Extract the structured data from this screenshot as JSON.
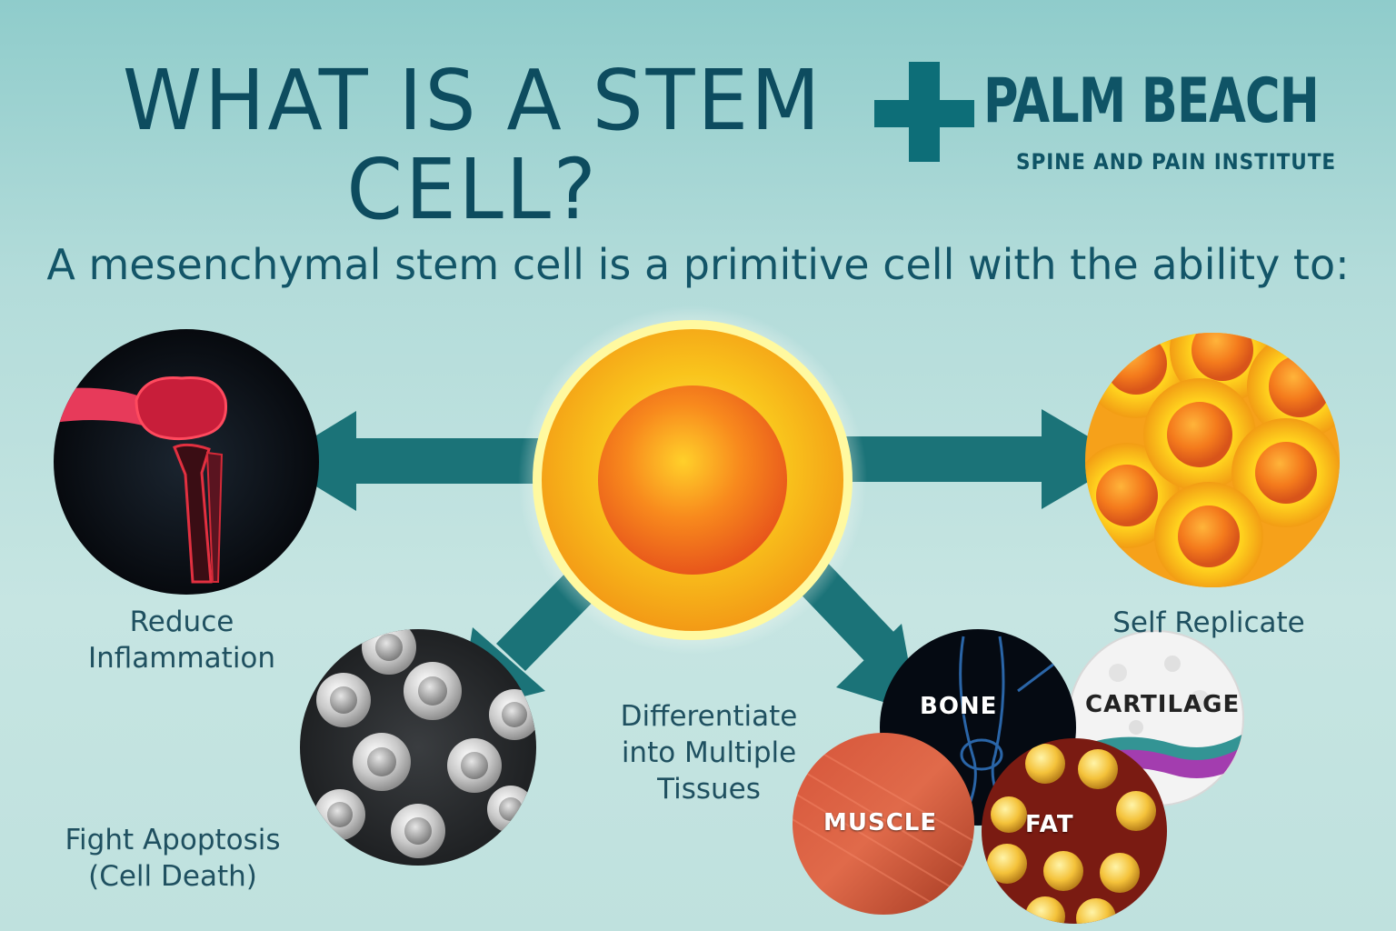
{
  "title": {
    "line1": "WHAT IS A STEM",
    "line2": "CELL?"
  },
  "logo": {
    "name": "PALM BEACH",
    "tagline": "SPINE AND PAIN INSTITUTE"
  },
  "subtitle": "A mesenchymal stem cell is a primitive cell with the ability to:",
  "abilities": {
    "reduce_inflammation": [
      "Reduce",
      "Inflammation"
    ],
    "self_replicate": "Self Replicate",
    "differentiate": [
      "Differentiate",
      "into Multiple",
      "Tissues"
    ],
    "fight_apoptosis": [
      "Fight Apoptosis",
      "(Cell Death)"
    ]
  },
  "tissues": {
    "bone": "BONE",
    "cartilage": "CARTILAGE",
    "muscle": "MUSCLE",
    "fat": "FAT"
  },
  "colors": {
    "arrow": "#1b7378",
    "heading": "#0d4c5f",
    "cell_outer": "#f7d21e",
    "cell_core": "#f26a1b"
  }
}
